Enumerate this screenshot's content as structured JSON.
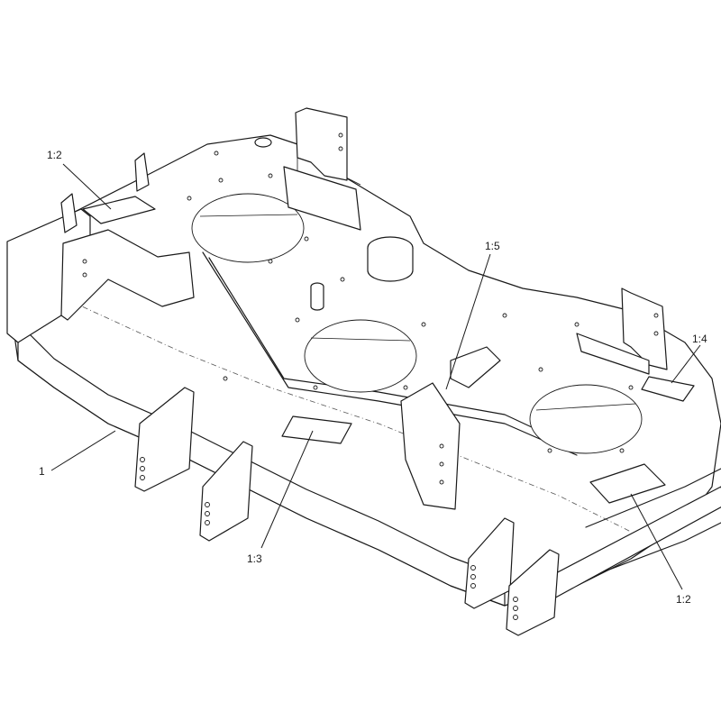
{
  "callouts": {
    "c1": "1",
    "c12a": "1:2",
    "c12b": "1:2",
    "c13": "1:3",
    "c14": "1:4",
    "c15": "1:5"
  },
  "colors": {
    "line": "#1a1a1a",
    "background": "#ffffff"
  }
}
